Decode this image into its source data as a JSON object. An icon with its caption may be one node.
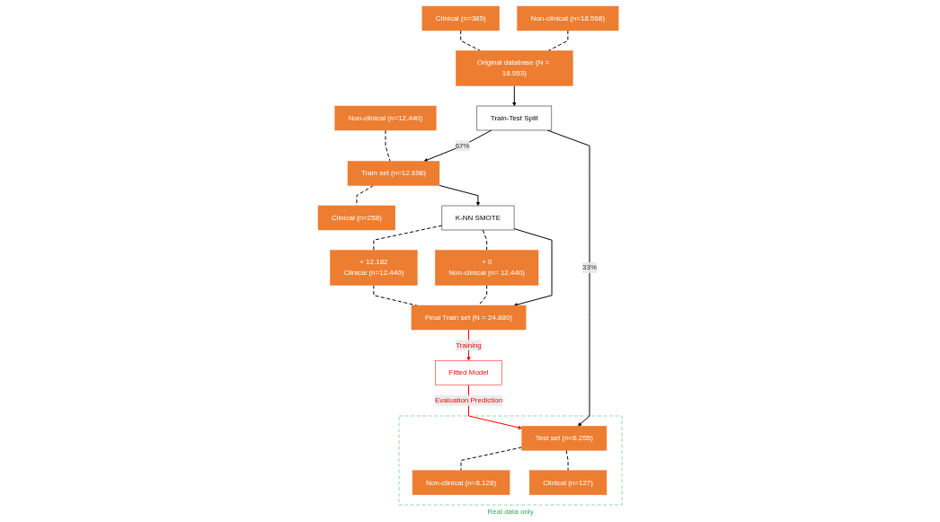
{
  "diagram": {
    "nodes": [
      {
        "text": [
          "Non-clinical (n=18.568)"
        ]
      },
      {
        "text": [
          "Clinical (n=385)"
        ]
      },
      {
        "text": [
          "Original database (N = 18.953)"
        ]
      },
      {
        "text": [
          "Train-Test Split"
        ]
      },
      {
        "text": [
          "Non-clinical (n=12.440)"
        ]
      },
      {
        "text": [
          "Train set (n=12.698)"
        ]
      },
      {
        "text": [
          "Clinical (n=258)"
        ]
      },
      {
        "text": [
          "K-NN SMOTE"
        ]
      },
      {
        "text": [
          "+ 0",
          "Non-clinical (n= 12.440)"
        ]
      },
      {
        "text": [
          "+ 12.182",
          "Clinical (n=12.440)"
        ]
      },
      {
        "text": [
          "Final Train set (N = 24.880)"
        ]
      },
      {
        "text": [
          "Fitted Model"
        ]
      },
      {
        "text": [
          "Real data only"
        ]
      },
      {
        "text": [
          "Test set (n=6.255)"
        ],
        "in": 12
      },
      {
        "text": [
          "Non-clinical (n=6.128)"
        ],
        "in": 12
      },
      {
        "text": [
          "Clinical (n=127)"
        ],
        "in": 12
      }
    ],
    "edges": [
      {
        "from": 0,
        "to": 2,
        "arrow": "none",
        "style": "dashed"
      },
      {
        "from": 1,
        "to": 2,
        "arrow": "none",
        "style": "dashed"
      },
      {
        "from": 2,
        "to": 3,
        "arrow": "to"
      },
      {
        "from": 3,
        "to": 5,
        "arrow": "to",
        "label": "67%"
      },
      {
        "from": 3,
        "to": 13,
        "arrow": "to",
        "label": "33%"
      },
      {
        "from": 4,
        "to": 5,
        "arrow": "none",
        "style": "dashed"
      },
      {
        "from": 5,
        "to": 6,
        "arrow": "none",
        "style": "dashed"
      },
      {
        "from": 5,
        "to": 7,
        "arrow": "to"
      },
      {
        "from": 7,
        "to": 8,
        "arrow": "none",
        "style": "dashed"
      },
      {
        "from": 7,
        "to": 9,
        "arrow": "none",
        "style": "dashed"
      },
      {
        "from": 7,
        "to": 10,
        "arrow": "to"
      },
      {
        "from": 8,
        "to": 10,
        "arrow": "none",
        "style": "dashed"
      },
      {
        "from": 9,
        "to": 10,
        "arrow": "none",
        "style": "dashed"
      },
      {
        "from": 10,
        "to": 11,
        "arrow": "to",
        "label": "Training",
        "color": "#ff0000"
      },
      {
        "from": 11,
        "to": 13,
        "arrow": "to",
        "label": "Evaluation Prediction",
        "color": "#ff0000"
      },
      {
        "from": 13,
        "to": 14,
        "arrow": "none",
        "style": "dashed"
      },
      {
        "from": 13,
        "to": 15,
        "arrow": "none",
        "style": "dashed"
      }
    ]
  }
}
